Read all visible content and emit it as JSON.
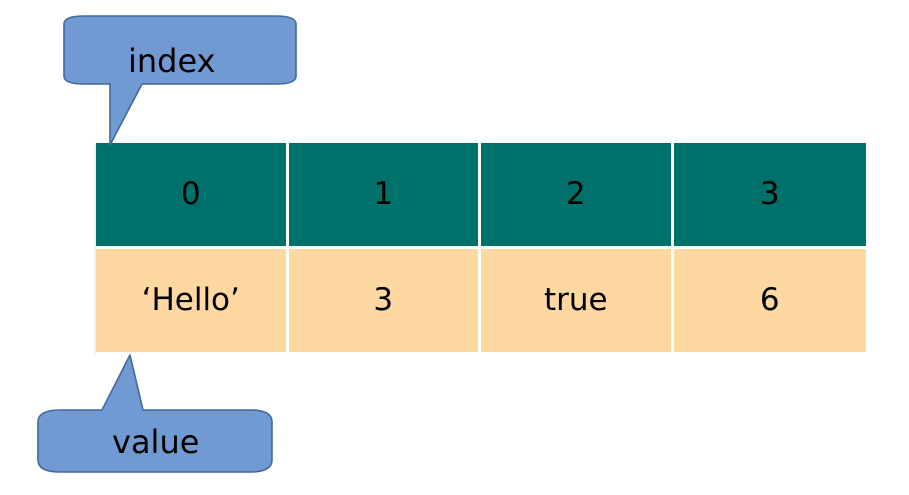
{
  "diagram": {
    "title": "Array index and value diagram",
    "type": "array-table",
    "colors": {
      "index_row_fill": "#00706b",
      "value_row_fill": "#fdd8a0",
      "callout_fill": "#719ad2",
      "callout_stroke": "#41699c",
      "cell_divider": "#ffffff",
      "text": "#000000",
      "background": "#ffffff"
    },
    "callouts": [
      {
        "id": "index",
        "label": "index",
        "points_to": "index-row-cell-0",
        "position": "top-left"
      },
      {
        "id": "value",
        "label": "value",
        "points_to": "value-row-cell-0",
        "position": "bottom-left"
      }
    ],
    "table": {
      "rows": [
        {
          "name": "index",
          "cells": [
            "0",
            "1",
            "2",
            "3"
          ]
        },
        {
          "name": "value",
          "cells": [
            "‘Hello’",
            "3",
            "true",
            "6"
          ]
        }
      ]
    }
  }
}
